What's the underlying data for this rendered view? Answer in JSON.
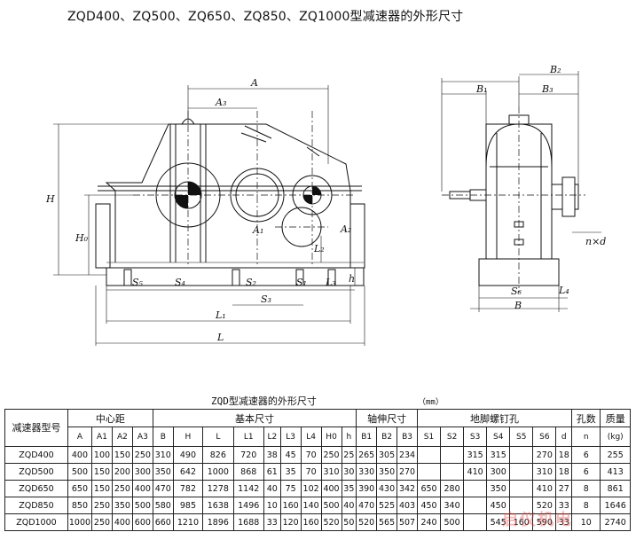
{
  "title": "ZQD400、ZQ500、ZQ650、ZQ850、ZQ1000型减速器的外形尺寸",
  "drawing_labels": {
    "A": "A",
    "A3": "A₃",
    "H": "H",
    "H0": "H₀",
    "A1": "A₁",
    "A2": "A₂",
    "L2": "L₂",
    "h": "h",
    "S5": "S₅",
    "S4": "S₄",
    "S2": "S₂",
    "S1": "S₁",
    "L3": "L₃",
    "S3": "S₃",
    "L1": "L₁",
    "L": "L",
    "B2": "B₂",
    "B1": "B₁",
    "B3": "B₃",
    "nxd": "n×d",
    "S6": "S₆",
    "L4": "L₄",
    "B": "B"
  },
  "table": {
    "caption": "ZQD型减速器的外形尺寸",
    "unit": "（mm）",
    "group_headers": {
      "model": "减速器型号",
      "center_distance": "中心距",
      "basic_size": "基本尺寸",
      "shaft_ext": "轴伸尺寸",
      "anchor_hole": "地脚螺钉孔",
      "hole_count": "孔数",
      "mass": "质量"
    },
    "sub_headers": [
      "A",
      "A1",
      "A2",
      "A3",
      "B",
      "H",
      "L",
      "L1",
      "L2",
      "L3",
      "L4",
      "H0",
      "h",
      "B1",
      "B2",
      "B3",
      "S1",
      "S2",
      "S3",
      "S4",
      "S5",
      "S6",
      "d",
      "n",
      "(kg)"
    ],
    "rows": [
      [
        "ZQD400",
        "400",
        "100",
        "150",
        "250",
        "310",
        "490",
        "826",
        "720",
        "38",
        "45",
        "70",
        "250",
        "25",
        "265",
        "305",
        "234",
        "",
        "",
        "315",
        "315",
        "",
        "270",
        "18",
        "6",
        "255"
      ],
      [
        "ZQD500",
        "500",
        "150",
        "200",
        "300",
        "350",
        "642",
        "1000",
        "868",
        "61",
        "35",
        "70",
        "310",
        "30",
        "330",
        "350",
        "270",
        "",
        "",
        "410",
        "300",
        "",
        "310",
        "18",
        "6",
        "413"
      ],
      [
        "ZQD650",
        "650",
        "150",
        "250",
        "400",
        "470",
        "782",
        "1278",
        "1142",
        "40",
        "75",
        "102",
        "400",
        "35",
        "390",
        "430",
        "342",
        "650",
        "280",
        "",
        "350",
        "",
        "410",
        "27",
        "8",
        "861"
      ],
      [
        "ZQD850",
        "850",
        "250",
        "350",
        "500",
        "580",
        "985",
        "1638",
        "1496",
        "10",
        "160",
        "140",
        "500",
        "40",
        "470",
        "525",
        "403",
        "450",
        "340",
        "",
        "450",
        "",
        "520",
        "33",
        "8",
        "1646"
      ],
      [
        "ZQD1000",
        "1000",
        "250",
        "400",
        "600",
        "660",
        "1210",
        "1896",
        "1688",
        "33",
        "120",
        "160",
        "520",
        "50",
        "520",
        "565",
        "507",
        "240",
        "500",
        "",
        "545",
        "160",
        "590",
        "33",
        "10",
        "2740"
      ]
    ]
  },
  "watermark": "启仪机电"
}
